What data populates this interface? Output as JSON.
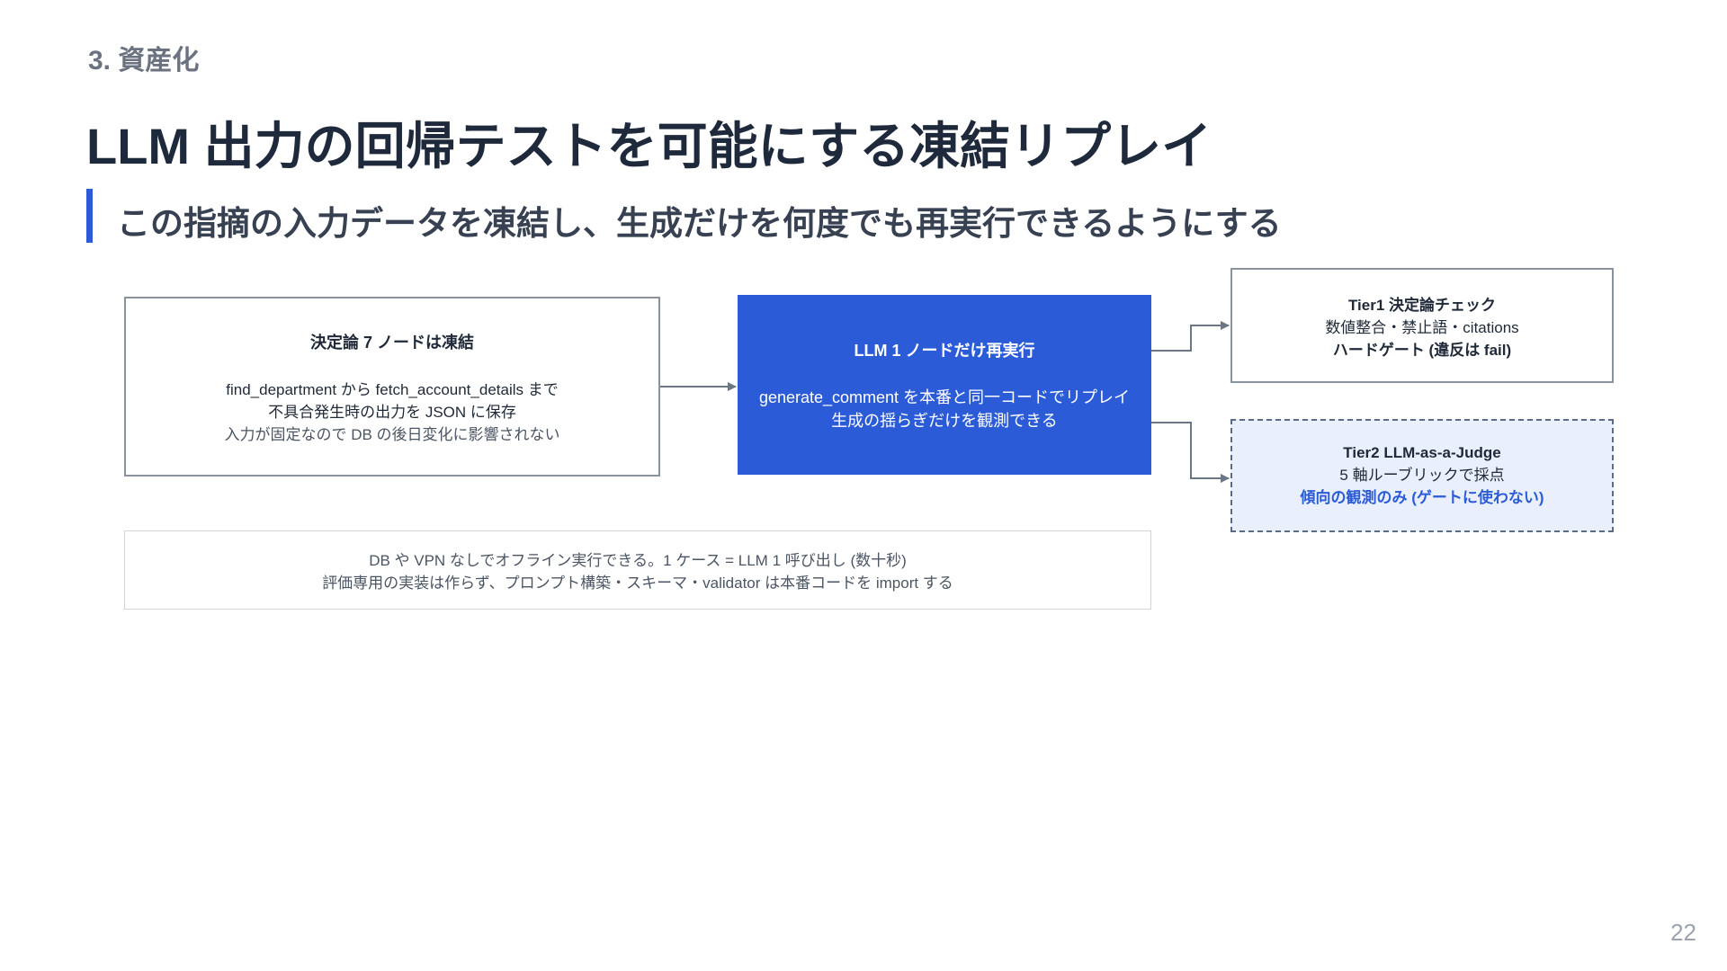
{
  "section_label": "3. 資産化",
  "title": "LLM 出力の回帰テストを可能にする凍結リプレイ",
  "subtitle": "この指摘の入力データを凍結し、生成だけを何度でも再実行できるようにする",
  "boxes": {
    "frozen": {
      "title": "決定論 7 ノードは凍結",
      "line1": "find_department から fetch_account_details まで",
      "line2": "不具合発生時の出力を JSON に保存",
      "line3": "入力が固定なので DB の後日変化に影響されない"
    },
    "llm": {
      "title": "LLM 1 ノードだけ再実行",
      "line1": "generate_comment を本番と同一コードでリプレイ",
      "line2": "生成の揺らぎだけを観測できる"
    },
    "tier1": {
      "title": "Tier1 決定論チェック",
      "line1": "数値整合・禁止語・citations",
      "line2": "ハードゲート (違反は fail)"
    },
    "tier2": {
      "title": "Tier2 LLM-as-a-Judge",
      "line1": "5 軸ルーブリックで採点",
      "line2": "傾向の観測のみ (ゲートに使わない)"
    },
    "note": {
      "line1": "DB や VPN なしでオフライン実行できる。1 ケース = LLM 1 呼び出し (数十秒)",
      "line2": "評価専用の実装は作らず、プロンプト構築・スキーマ・validator は本番コードを import する"
    }
  },
  "page_number": "22",
  "colors": {
    "accent": "#2b5bd7",
    "border": "#8a929c",
    "tier2_fill": "#eaf0fb",
    "arrow": "#6b7785"
  }
}
